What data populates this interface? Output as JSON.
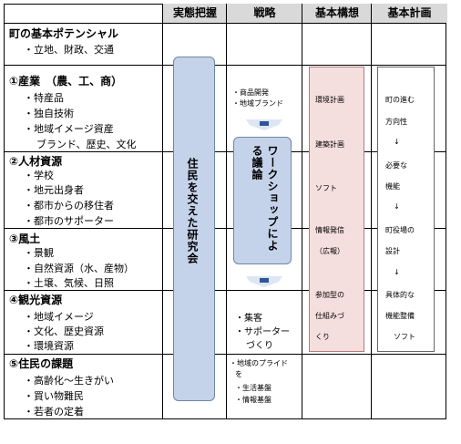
{
  "headers": [
    "実態把握",
    "戦略",
    "基本構想",
    "基本計画"
  ],
  "sections": [
    {
      "title": "町の基本ポテンシャル",
      "items": [
        "・立地、財政、交通"
      ]
    },
    {
      "title": "①産業　（農、工、商）",
      "items": [
        "・特産品",
        "・独自技術",
        "・地域イメージ資産",
        "ブランド、歴史、文化"
      ]
    },
    {
      "title": "②人材資源",
      "items": [
        "・学校",
        "・地元出身者",
        "・都市からの移住者",
        "・都市のサポーター"
      ]
    },
    {
      "title": "③風土",
      "items": [
        "・景観",
        "・自然資源（水、産物）",
        "・土壌、気候、日照"
      ]
    },
    {
      "title": "④観光資源",
      "items": [
        "・地域イメージ",
        "・文化、歴史資源",
        "・環境資源"
      ]
    },
    {
      "title": "⑤住民の課題",
      "items": [
        "・高齢化～生きがい",
        "・買い物難民",
        "・若者の定着"
      ]
    }
  ],
  "research_box": "住民を交えた研究会",
  "workshop_box": "ワークショップによる議論",
  "strategy_top": [
    "・商品開発",
    "・地域ブランド"
  ],
  "strategy_mid": [
    "・集客",
    "・サポーター",
    "づくり"
  ],
  "strategy_bottom": [
    "・地域のプライド",
    "を",
    "・生活基盤",
    "・情報基盤"
  ],
  "concept_items": [
    "環境計画",
    "建築計画",
    "ソフト",
    "情報発信",
    "（広報）",
    "参加型の",
    "仕組みづ",
    "くり"
  ],
  "plan_items": [
    "町の進む",
    "方向性",
    "↓",
    "必要な",
    "機能",
    "↓",
    "町役場の",
    "設計",
    "↓",
    "具体的な",
    "機能整備",
    "ソフト"
  ]
}
